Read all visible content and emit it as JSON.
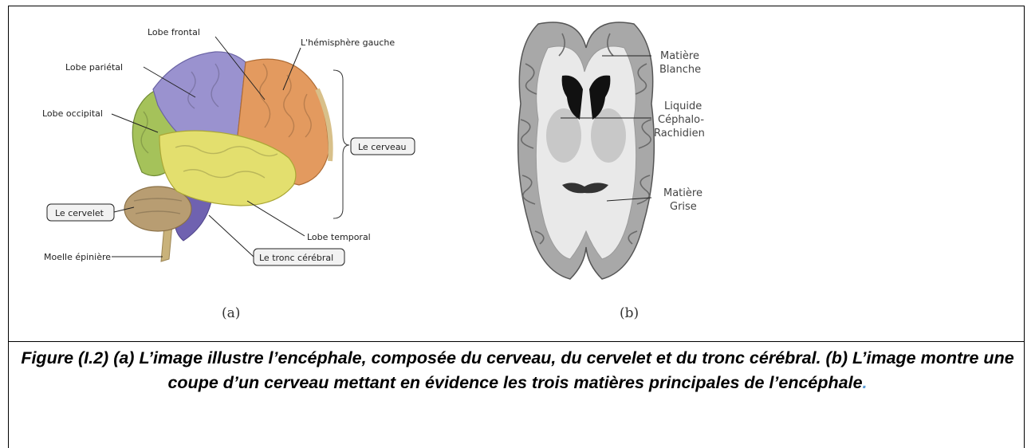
{
  "panel_a": {
    "labels": {
      "frontal": "Lobe frontal",
      "hemisphere": "L'hémisphère gauche",
      "parietal": "Lobe pariétal",
      "occipital": "Lobe occipital",
      "cerveau": "Le cerveau",
      "cervelet": "Le cervelet",
      "temporal": "Lobe temporal",
      "moelle": "Moelle épinière",
      "tronc": "Le tronc cérébral"
    },
    "sublabel": "(a)"
  },
  "panel_b": {
    "labels": {
      "blanche_1": "Matière",
      "blanche_2": "Blanche",
      "lcr_1": "Liquide",
      "lcr_2": "Céphalo-",
      "lcr_3": "Rachidien",
      "grise_1": "Matière",
      "grise_2": "Grise"
    },
    "sublabel": "(b)"
  },
  "caption": {
    "text": "Figure (I.2) (a) L’image illustre l’encéphale, composée du cerveau, du cervelet et du tronc cérébral. (b) L’image montre une coupe d’un cerveau mettant en évidence les trois matières principales de l’encéphale",
    "end_mark": "."
  },
  "colors": {
    "frontal": "#e39a5f",
    "parietal": "#9a92cf",
    "occipital": "#a5c25a",
    "temporal": "#e3df6e",
    "cerebellum": "#b89d72",
    "brainstem": "#6f62b0",
    "spinal_cord": "#c9b27a",
    "section_gray": "#8a8a8a",
    "ventricle": "#111111",
    "caption_dot": "#5b9bd5"
  }
}
